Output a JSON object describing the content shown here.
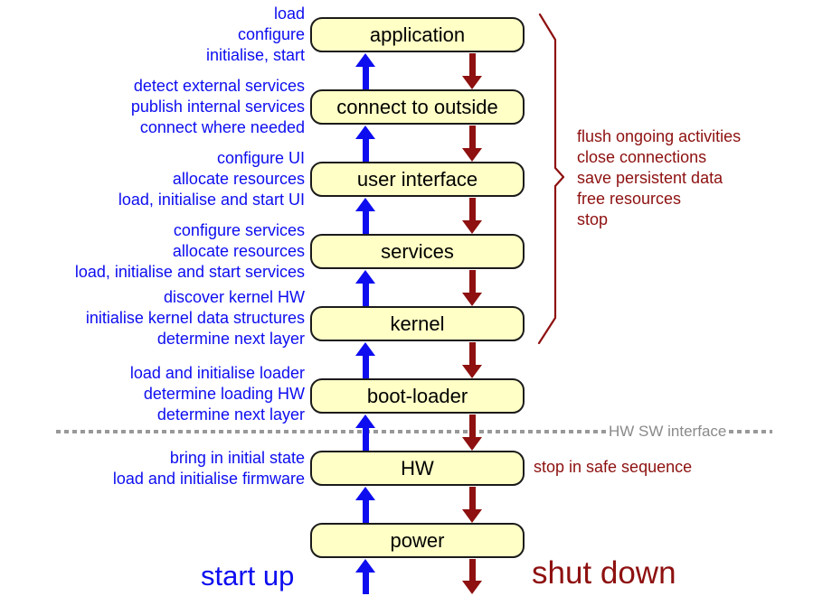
{
  "diagram": {
    "start_side_title": "start up",
    "shutdown_side_title": "shut down",
    "interface_label": "HW SW interface",
    "hw_shutdown_note": "stop in safe sequence",
    "shutdown_notes": {
      "line1": "flush ongoing activities",
      "line2": "close connections",
      "line3": "save persistent data",
      "line4": "free resources",
      "line5": "stop"
    },
    "layers": [
      {
        "name": "application",
        "startup": [
          "load",
          "configure",
          "initialise, start"
        ]
      },
      {
        "name": "connect to outside",
        "startup": [
          "detect external services",
          "publish internal services",
          "connect where needed"
        ]
      },
      {
        "name": "user interface",
        "startup": [
          "configure UI",
          "allocate resources",
          "load, initialise and start UI"
        ]
      },
      {
        "name": "services",
        "startup": [
          "configure services",
          "allocate resources",
          "load, initialise and start services"
        ]
      },
      {
        "name": "kernel",
        "startup": [
          "discover kernel HW",
          "initialise kernel data structures",
          "determine next layer"
        ]
      },
      {
        "name": "boot-loader",
        "startup": [
          "load and initialise loader",
          "determine loading HW",
          "determine next layer"
        ]
      },
      {
        "name": "HW",
        "startup": [
          "bring in initial state",
          "load and initialise firmware"
        ]
      },
      {
        "name": "power",
        "startup": []
      }
    ],
    "colors": {
      "startup_blue": "#0d0df0",
      "shutdown_red": "#8e1010",
      "box_fill": "#ffffc6",
      "box_border": "#1b1b1b",
      "interface_gray": "#8a8a8a"
    }
  }
}
